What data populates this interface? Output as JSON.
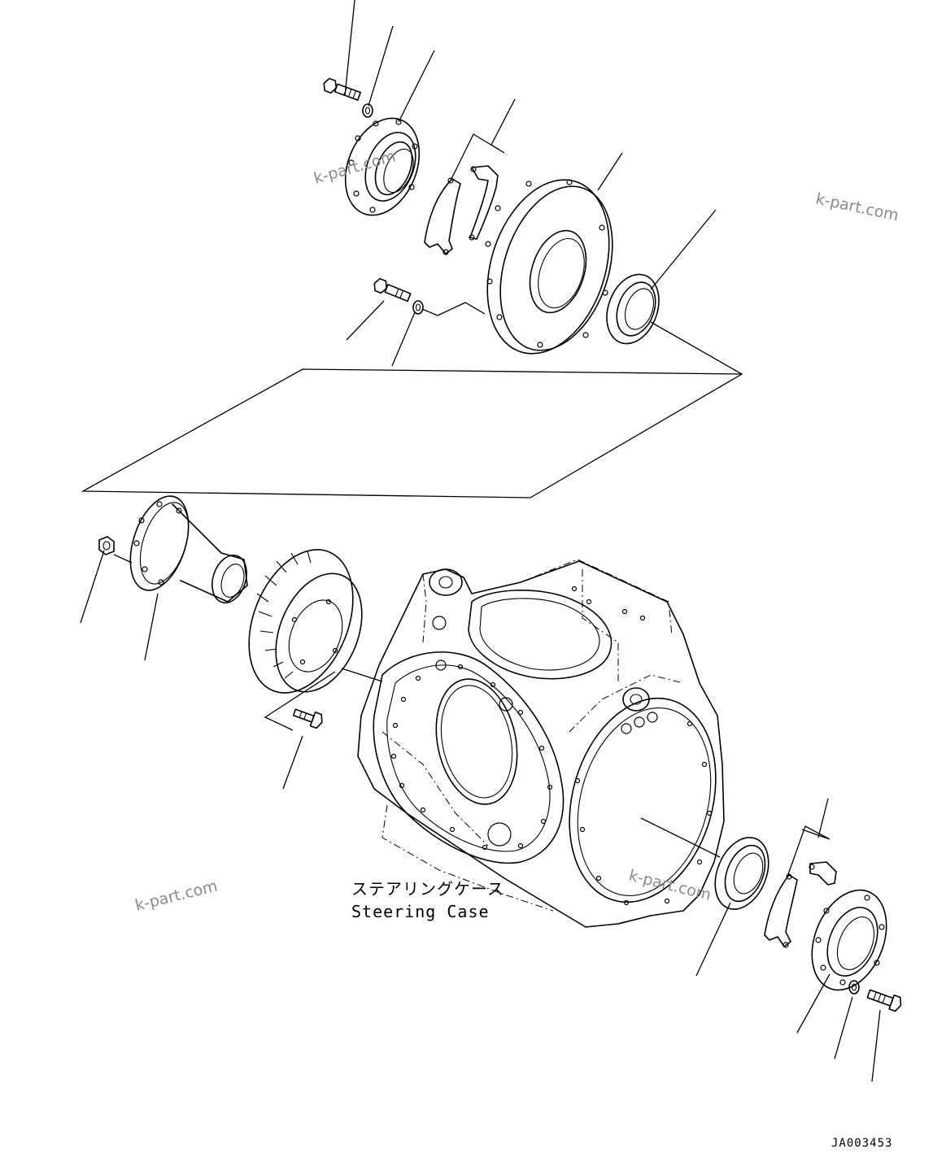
{
  "diagram": {
    "case_label_jp": "ステアリングケース",
    "case_label_en": "Steering Case",
    "drawing_code": "JA003453",
    "watermarks": [
      "k-part.com",
      "k-part.com",
      "k-part.com",
      "k-part.com"
    ]
  }
}
